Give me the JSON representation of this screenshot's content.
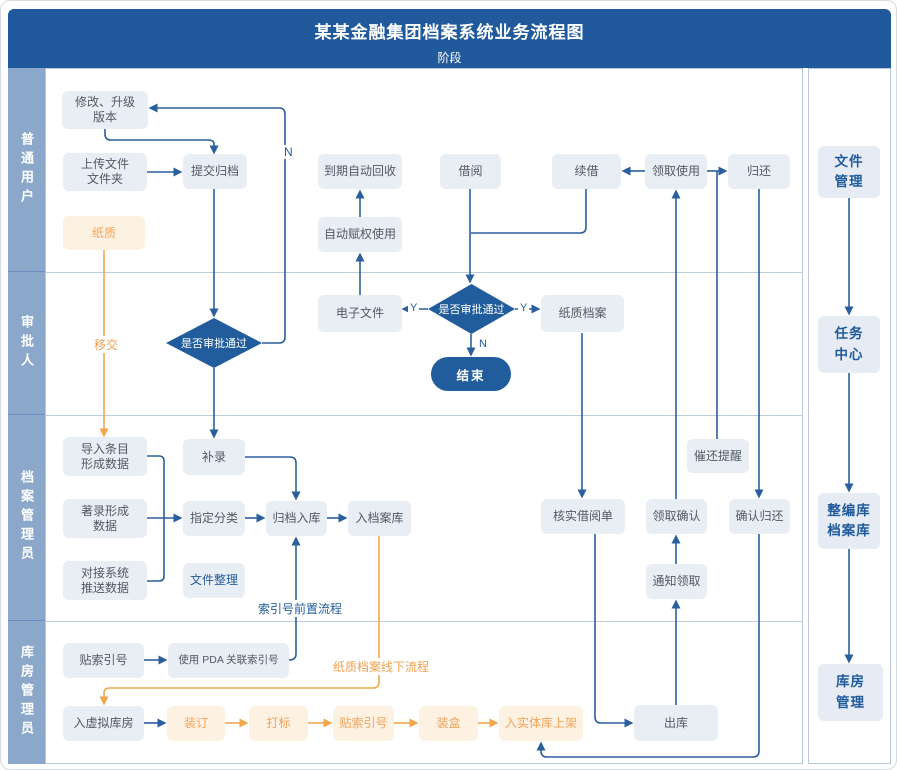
{
  "header": {
    "title": "某某金融集团档案系统业务流程图",
    "stage": "阶段"
  },
  "lanes": [
    {
      "label": "普通用户"
    },
    {
      "label": "审批人"
    },
    {
      "label": "档案管理员"
    },
    {
      "label": "库房管理员"
    }
  ],
  "nodes": {
    "modify_upgrade": "修改、升级\n版本",
    "upload_file": "上传文件\n文件夹",
    "submit_archive": "提交归档",
    "paper": "纸质",
    "expire_recycle": "到期自动回收",
    "auto_grant": "自动赋权使用",
    "borrow": "借阅",
    "renew": "续借",
    "pickup_use": "领取使用",
    "return_box": "归还",
    "approve1": "是否审批通过",
    "efile": "电子文件",
    "approve2": "是否审批通过",
    "paper_archive": "纸质档案",
    "end": "结束",
    "import_entries": "导入条目\n形成数据",
    "supplement": "补录",
    "description_data": "著录形成\n数据",
    "assign_category": "指定分类",
    "archive_in": "归档入库",
    "into_repo": "入档案库",
    "connect_push": "对接系统\n推送数据",
    "file_organize": "文件整理",
    "verify_slip": "核实借阅单",
    "remind_return": "催还提醒",
    "pickup_confirm": "领取确认",
    "confirm_return": "确认归还",
    "notify_pickup": "通知领取",
    "attach_index": "贴索引号",
    "pda_link": "使用 PDA 关联索引号",
    "virtual_store": "入虚拟库房",
    "binding": "装订",
    "marking": "打标",
    "attach_index2": "贴索引号",
    "boxing": "装盒",
    "shelve": "入实体库上架",
    "outbound": "出库"
  },
  "edge_labels": {
    "transfer": "移交",
    "index_pre": "索引号前置流程",
    "paper_offline": "纸质档案线下流程",
    "y_left": "Y",
    "y_right": "Y",
    "n_down": "N",
    "n_loop": "N"
  },
  "right_column": {
    "items": [
      {
        "label": "文件\n管理"
      },
      {
        "label": "任务\n中心"
      },
      {
        "label": "整编库\n档案库"
      },
      {
        "label": "库房\n管理"
      }
    ]
  },
  "colors": {
    "header_blue": "#20599c",
    "line_blue": "#2a5f9e",
    "line_orange": "#f2a64e",
    "lane_bg": "#8ba7ca",
    "node_bg": "#e9edf4",
    "orange_bg": "#fdf1e2"
  }
}
